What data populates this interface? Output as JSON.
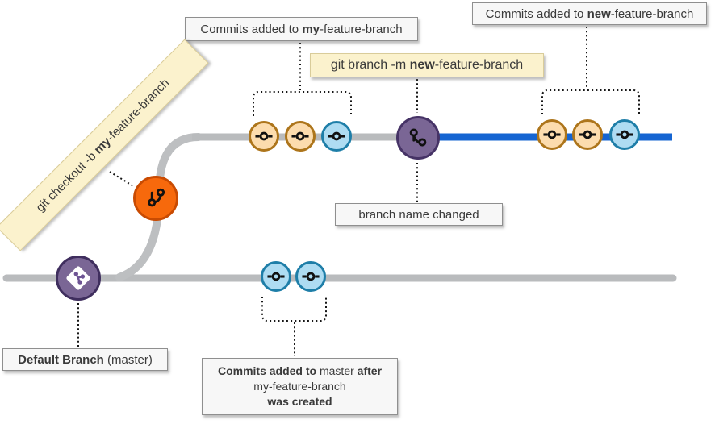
{
  "diagram_title": "git branch rename diagram",
  "labels": {
    "commits_my": {
      "pre": "Commits added to ",
      "bold": "my",
      "post": "-feature-branch"
    },
    "commits_new": {
      "pre": "Commits added to ",
      "bold": "new",
      "post": "-feature-branch"
    },
    "rename_cmd": {
      "pre": "git branch -m ",
      "bold": "new",
      "post": "-feature-branch"
    },
    "checkout_cmd": {
      "pre": "git checkout -b ",
      "bold": "my",
      "post": "-feature-branch"
    },
    "branch_name_changed": "branch name changed",
    "default_branch": {
      "bold": "Default Branch",
      "post": " (master)"
    },
    "commits_master": {
      "bold1": "Commits added to ",
      "mid": "master ",
      "bold2": "after",
      "line2": "my-feature-branch",
      "line3": "was created"
    }
  },
  "commits": {
    "my_feature": [
      "orange",
      "orange",
      "blue"
    ],
    "new_feature": [
      "orange",
      "orange",
      "blue"
    ],
    "master": [
      "blue",
      "blue"
    ]
  },
  "icons": {
    "commit": "commit-icon",
    "branch_node": "git-branch-icon",
    "rename_node": "git-branch-icon",
    "master_node": "git-logo-icon"
  },
  "colors": {
    "master_line": "#b9bbbd",
    "new_branch_line": "#1565d2",
    "commit_orange_fill": "#fcdcae",
    "commit_orange_border": "#ad751b",
    "commit_blue_fill": "#aedcf2",
    "commit_blue_border": "#1e7ea8",
    "branch_node_fill": "#f7690c",
    "rename_node_fill": "#7a6695",
    "git_node_fill": "#7a6695",
    "command_box_bg": "#fbf2cd",
    "annotation_box_bg": "#f7f7f7",
    "dotted_line": "#161616"
  }
}
